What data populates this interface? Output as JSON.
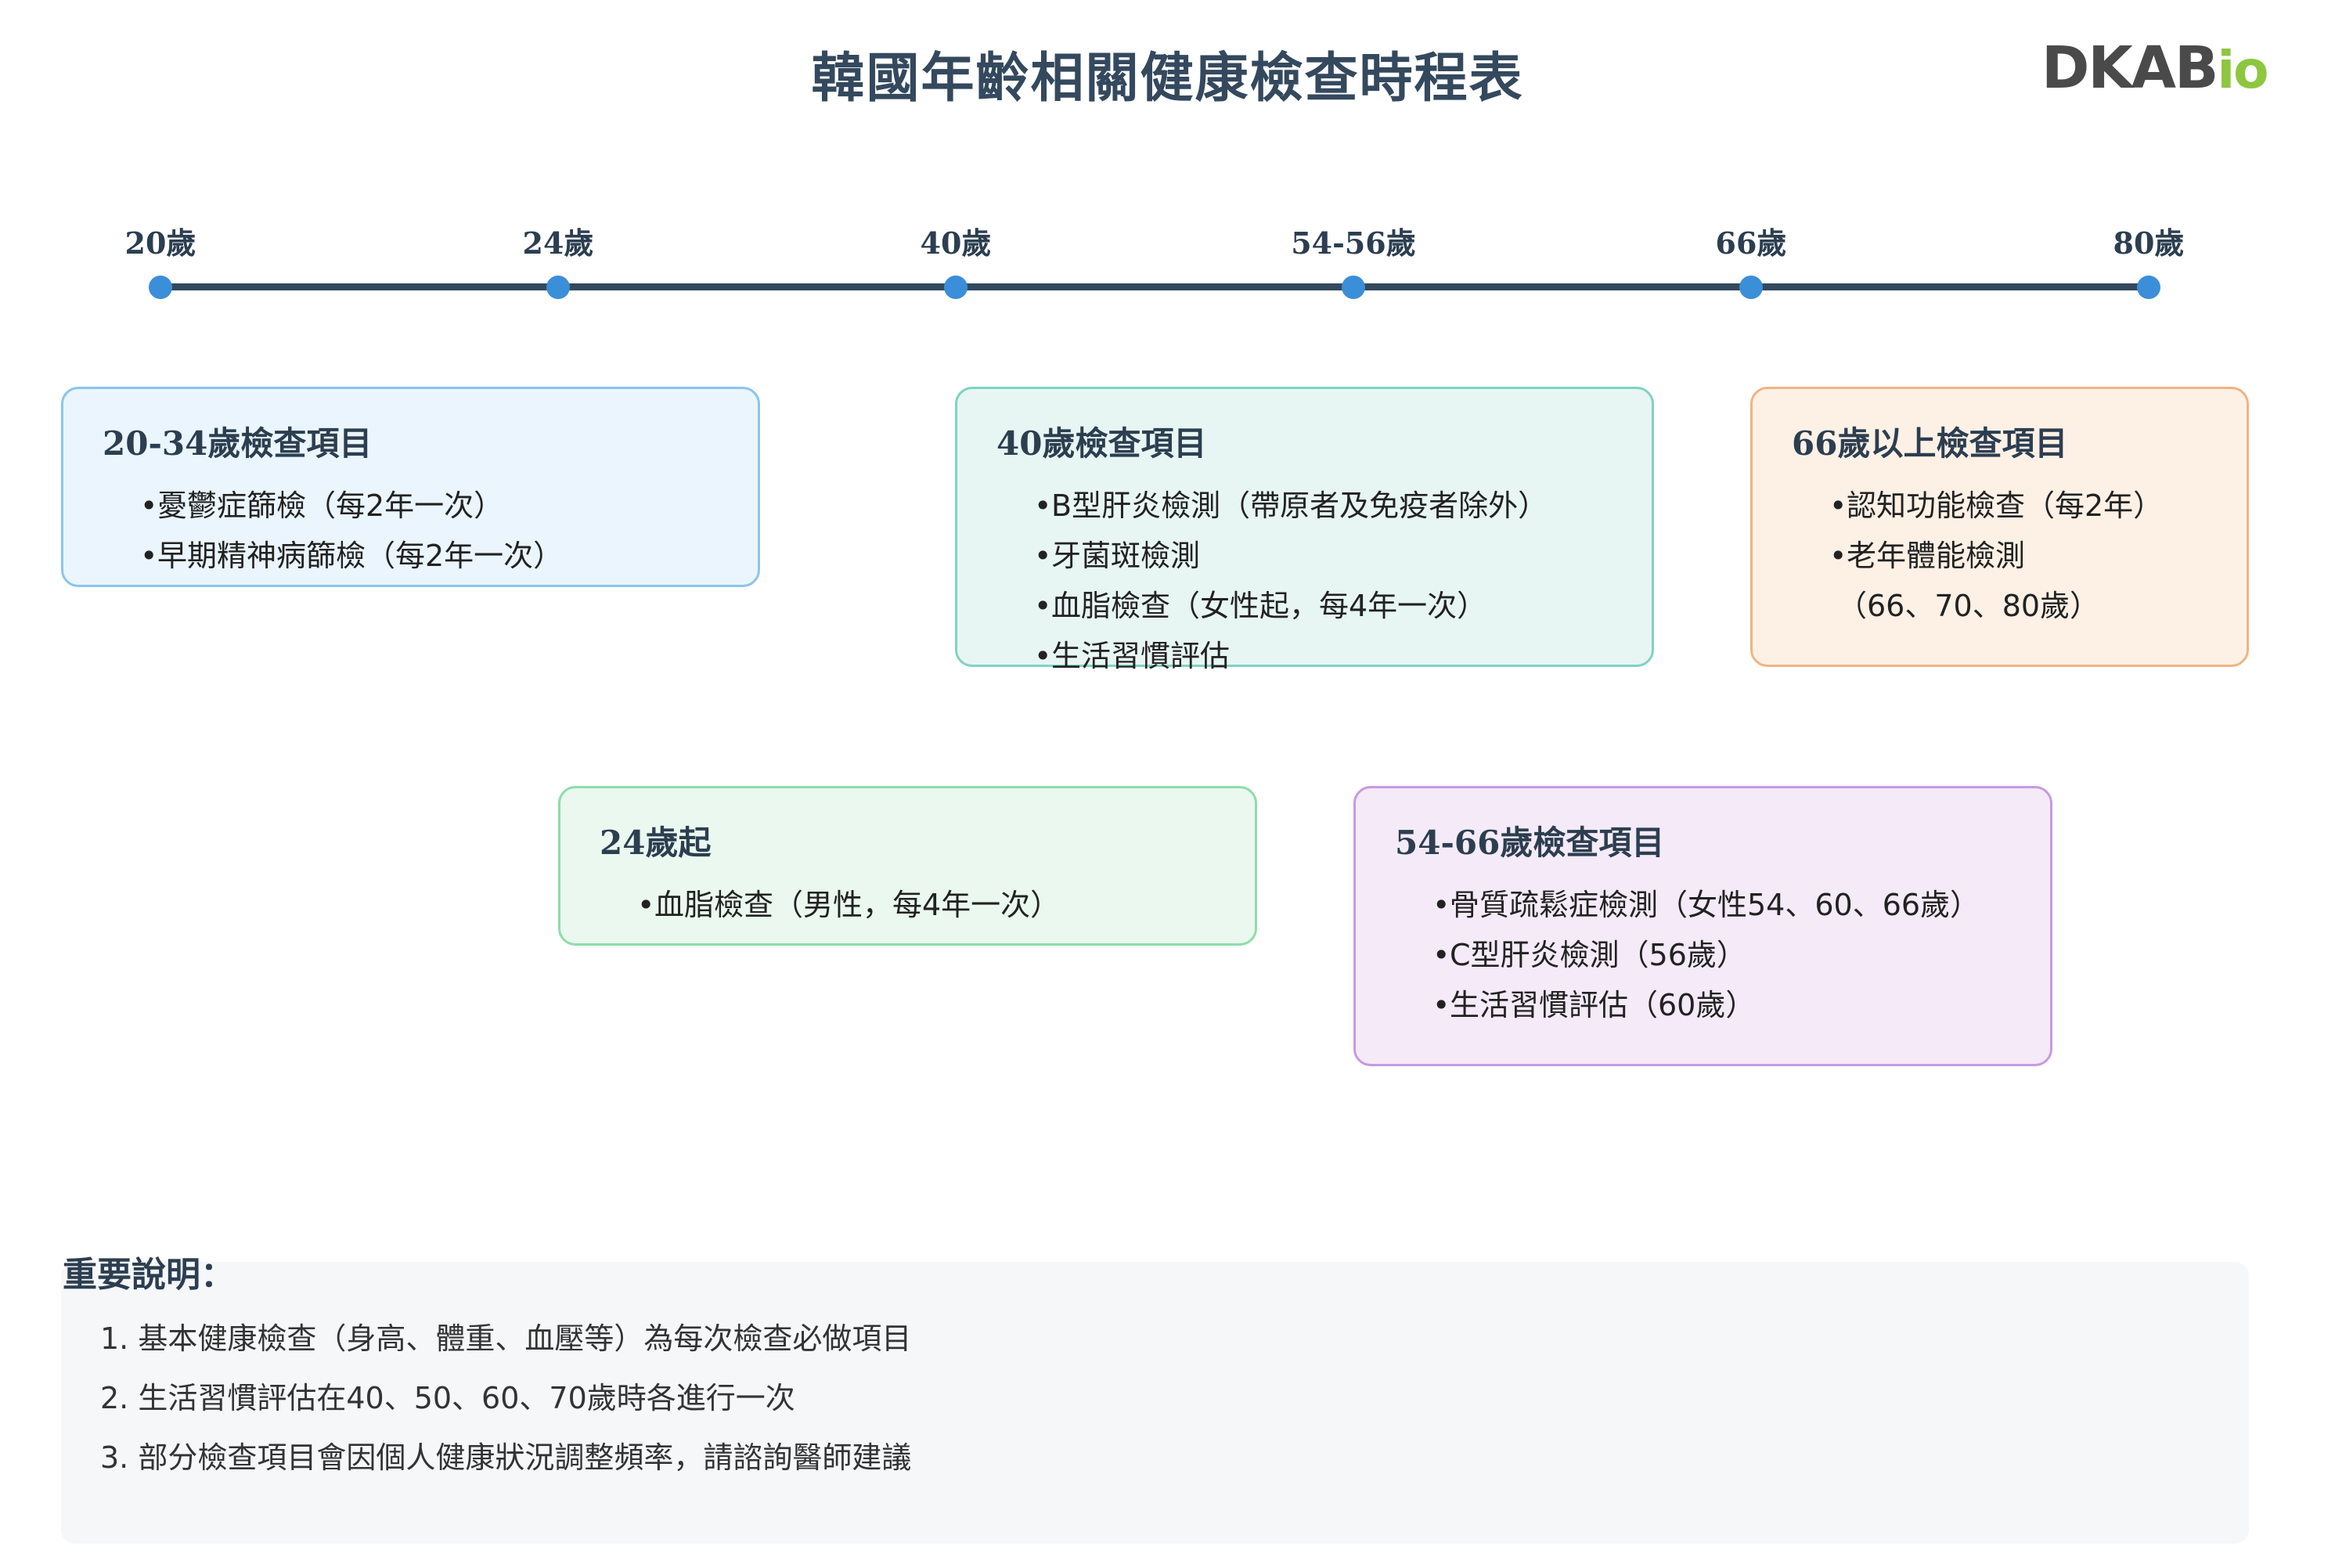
{
  "title": "韓國年齡相關健康檢查時程表",
  "logo": {
    "main": "DKAB",
    "accent": "io"
  },
  "timeline": {
    "ticks": [
      "20歲",
      "24歲",
      "40歲",
      "54-56歲",
      "66歲",
      "80歲"
    ]
  },
  "cards": {
    "age_20_34": {
      "title": "20-34歲檢查項目",
      "items": [
        "憂鬱症篩檢（每2年一次）",
        "早期精神病篩檢（每2年一次）"
      ]
    },
    "age_40": {
      "title": "40歲檢查項目",
      "items": [
        "B型肝炎檢測（帶原者及免疫者除外）",
        "牙菌斑檢測",
        "血脂檢查（女性起，每4年一次）",
        "生活習慣評估"
      ]
    },
    "age_66_plus": {
      "title": "66歲以上檢查項目",
      "items": [
        "認知功能檢查（每2年）",
        "老年體能檢測",
        "（66、70、80歲）"
      ]
    },
    "age_24": {
      "title": "24歲起",
      "items": [
        "血脂檢查（男性，每4年一次）"
      ]
    },
    "age_54_66": {
      "title": "54-66歲檢查項目",
      "items": [
        "骨質疏鬆症檢測（女性54、60、66歲）",
        "C型肝炎檢測（56歲）",
        "生活習慣評估（60歲）"
      ]
    }
  },
  "notes": {
    "heading": "重要說明：",
    "items": [
      "1. 基本健康檢查（身高、體重、血壓等）為每次檢查必做項目",
      "2. 生活習慣評估在40、50、60、70歲時各進行一次",
      "3. 部分檢查項目會因個人健康狀況調整頻率，請諮詢醫師建議"
    ]
  },
  "colors": {
    "timeline_line": "#34495e",
    "timeline_dot": "#3b8ed8",
    "card_blue": "#eaf5fd",
    "card_teal": "#e8f6f3",
    "card_orange": "#fdf1e6",
    "card_green": "#eaf8ef",
    "card_purple": "#f4eaf8",
    "logo_accent": "#8dc63f"
  }
}
